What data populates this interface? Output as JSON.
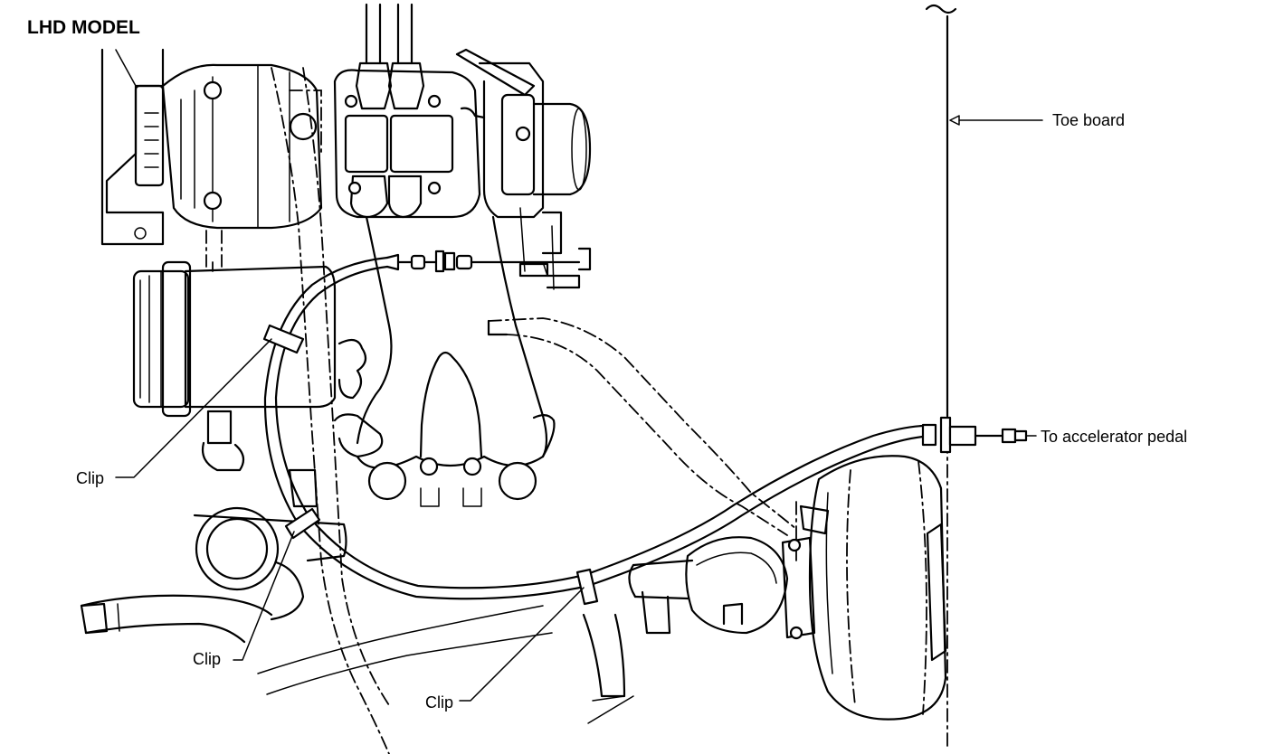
{
  "diagram": {
    "title": "LHD MODEL",
    "labels": {
      "toe_board": "Toe board",
      "accelerator_pedal": "To accelerator pedal",
      "clip_left": "Clip",
      "clip_middle": "Clip",
      "clip_bottom": "Clip"
    }
  }
}
